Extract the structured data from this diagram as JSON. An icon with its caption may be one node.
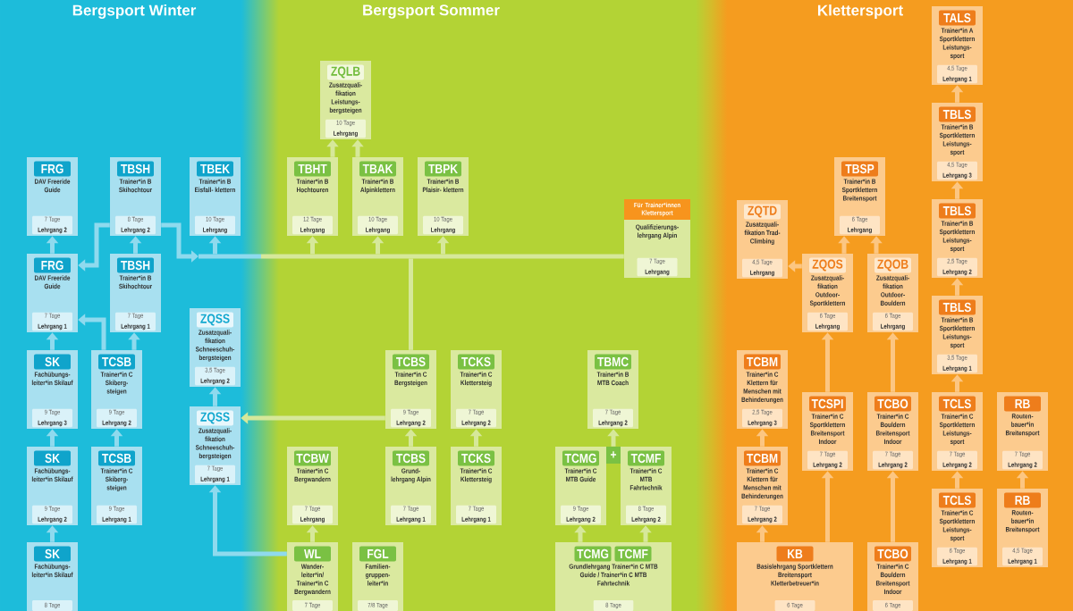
{
  "diagram": {
    "nodes": [
      {
        "text": [
          "TALS",
          "Trainer*in A Sportklettern Leistungs- sport",
          "4,5 Tage",
          "Lehrgang 1"
        ]
      },
      {
        "text": [
          "ZQLB",
          "Zusatzquali- fikation Leistungs- bergsteigen",
          "10 Tage",
          "Lehrgang"
        ]
      },
      {
        "text": [
          "TBLS",
          "Trainer*in B Sportklettern Leistungs- sport",
          "4,5 Tage",
          "Lehrgang 3"
        ]
      },
      {
        "text": [
          "FRG",
          "DAV Freeride Guide",
          "7 Tage",
          "Lehrgang 2"
        ]
      },
      {
        "text": [
          "TBSH",
          "Trainer*in B Skihochtour",
          "8 Tage",
          "Lehrgang 2"
        ]
      },
      {
        "text": [
          "TBEK",
          "Trainer*in B Eisfall- klettern",
          "10 Tage",
          "Lehrgang"
        ]
      },
      {
        "text": [
          "TBHT",
          "Trainer*in B Hochtouren",
          "12 Tage",
          "Lehrgang"
        ]
      },
      {
        "text": [
          "TBAK",
          "Trainer*in B Alpinklettern",
          "10 Tage",
          "Lehrgang"
        ]
      },
      {
        "text": [
          "TBPK",
          "Trainer*in B Plaisir- klettern",
          "10 Tage",
          "Lehrgang"
        ]
      },
      {
        "text": [
          "TBSP",
          "Trainer*in B Sportklettern Breitensport",
          "6 Tage",
          "Lehrgang"
        ]
      },
      {
        "text": [
          "Für Trainer*innen Klettersport",
          "Qualifizierungs- lehrgang Alpin",
          "7 Tage",
          "Lehrgang"
        ]
      },
      {
        "text": [
          "ZQTD",
          "Zusatzquali- fikation Trad- Climbing",
          "4,5 Tage",
          "Lehrgang"
        ]
      },
      {
        "text": [
          "TBLS",
          "Trainer*in B Sportklettern Leistungs- sport",
          "2,5 Tage",
          "Lehrgang 2"
        ]
      },
      {
        "text": [
          "FRG",
          "DAV Freeride Guide",
          "7 Tage",
          "Lehrgang 1"
        ]
      },
      {
        "text": [
          "TBSH",
          "Trainer*in B Skihochtour",
          "7 Tage",
          "Lehrgang 1"
        ]
      },
      {
        "text": [
          "ZQOS",
          "Zusatzquali- fikation Outdoor- Sportklettern",
          "6 Tage",
          "Lehrgang"
        ]
      },
      {
        "text": [
          "ZQOB",
          "Zusatzquali- fikation Outdoor- Bouldern",
          "6 Tage",
          "Lehrgang"
        ]
      },
      {
        "text": [
          "TBLS",
          "Trainer*in B Sportklettern Leistungs- sport",
          "3,5 Tage",
          "Lehrgang 1"
        ]
      },
      {
        "text": [
          "ZQSS",
          "Zusatzquali- fikation Schneeschuh- bergsteigen",
          "3,5 Tage",
          "Lehrgang 2"
        ]
      },
      {
        "text": [
          "SK",
          "Fachübungs- leiter*in Skilauf",
          "9 Tage",
          "Lehrgang 3"
        ]
      },
      {
        "text": [
          "TCSB",
          "Trainer*in C Skiberg- steigen",
          "9 Tage",
          "Lehrgang 2"
        ]
      },
      {
        "text": [
          "TCBS",
          "Trainer*in C Bergsteigen",
          "9 Tage",
          "Lehrgang 2"
        ]
      },
      {
        "text": [
          "TCKS",
          "Trainer*in C Klettersteig",
          "7 Tage",
          "Lehrgang 2"
        ]
      },
      {
        "text": [
          "TBMC",
          "Trainer*in B MTB Coach",
          "7 Tage",
          "Lehrgang 2"
        ]
      },
      {
        "text": [
          "TCBM",
          "Trainer*in C Klettern für Menschen mit Behinderungen",
          "2,5 Tage",
          "Lehrgang 3"
        ]
      },
      {
        "text": [
          "TCSPI",
          "Trainer*in C Sportklettern Breitensport Indoor",
          "7 Tage",
          "Lehrgang 2"
        ]
      },
      {
        "text": [
          "TCBO",
          "Trainer*in C Bouldern Breitensport Indoor",
          "7 Tage",
          "Lehrgang 2"
        ]
      },
      {
        "text": [
          "TCLS",
          "Trainer*in C Sportklettern Leistungs- sport",
          "7 Tage",
          "Lehrgang 2"
        ]
      },
      {
        "text": [
          "RB",
          "Routen- bauer*in Breitensport",
          "7 Tage",
          "Lehrgang 2"
        ]
      },
      {
        "text": [
          "ZQSS",
          "Zusatzquali- fikation Schneeschuh- bergsteigen",
          "7 Tage",
          "Lehrgang 1"
        ]
      },
      {
        "text": [
          "SK",
          "Fachübungs- leiter*in Skilauf",
          "9 Tage",
          "Lehrgang 2"
        ]
      },
      {
        "text": [
          "TCSB",
          "Trainer*in C Skiberg- steigen",
          "9 Tage",
          "Lehrgang 1"
        ]
      },
      {
        "text": [
          "TCBW",
          "Trainer*in C Bergwandern",
          "7 Tage",
          "Lehrgang"
        ]
      },
      {
        "text": [
          "TCBS",
          "Grund- lehrgang Alpin",
          "7 Tage",
          "Lehrgang 1"
        ]
      },
      {
        "text": [
          "TCKS",
          "Trainer*in C Klettersteig",
          "7 Tage",
          "Lehrgang 1"
        ]
      },
      {
        "text": [
          "TCMG",
          "Trainer*in C MTB Guide",
          "9 Tage",
          "Lehrgang 2"
        ]
      },
      {
        "text": [
          "+"
        ]
      },
      {
        "text": [
          "TCMF",
          "Trainer*in C MTB Fahrtechnik",
          "8 Tage",
          "Lehrgang 2"
        ]
      },
      {
        "text": [
          "TCBM",
          "Trainer*in C Klettern für Menschen mit Behinderungen",
          "7 Tage",
          "Lehrgang 2"
        ]
      },
      {
        "text": [
          "TCLS",
          "Trainer*in C Sportklettern Leistungs- sport",
          "6 Tage",
          "Lehrgang 1"
        ]
      },
      {
        "text": [
          "RB",
          "Routen- bauer*in Breitensport",
          "4,5 Tage",
          "Lehrgang 1"
        ]
      },
      {
        "text": [
          "SK",
          "Fachübungs- leiter*in Skilauf",
          "8 Tage"
        ]
      },
      {
        "text": [
          "WL",
          "Wander- leiter*in/ Trainer*in C Bergwandern",
          "7 Tage"
        ]
      },
      {
        "text": [
          "FGL",
          "Familien- gruppen- leiter*in",
          "7/8 Tage"
        ]
      },
      {
        "text": [
          "TCMG",
          "TCMF",
          "Grundlehrgang Trainer*in C MTB Guide / Trainer*in C MTB Fahrtechnik",
          "8 Tage"
        ]
      },
      {
        "text": [
          "KB",
          "Basislehrgang Sportklettern Breitensport Kletterbetreuer*in",
          "6 Tage"
        ]
      },
      {
        "text": [
          "TCBO",
          "Trainer*in C Bouldern Breitensport Indoor",
          "6 Tage"
        ]
      }
    ],
    "edges": [
      {
        "from": 13,
        "to": 3,
        "arrow": "to",
        "color": "#8fdaee"
      },
      {
        "from": 14,
        "to": 4,
        "arrow": "to",
        "color": "#8fdaee"
      },
      {
        "from": 4,
        "to": 13,
        "arrow": "to",
        "color": "#8fdaee"
      },
      {
        "from": 4,
        "to": 6,
        "arrow": "to"
      },
      {
        "from": 4,
        "to": 7,
        "arrow": "to"
      },
      {
        "from": 4,
        "to": 8,
        "arrow": "to"
      },
      {
        "from": 21,
        "to": 5,
        "arrow": "to"
      },
      {
        "from": 21,
        "to": 6,
        "arrow": "to"
      },
      {
        "from": 21,
        "to": 7,
        "arrow": "to"
      },
      {
        "from": 21,
        "to": 8,
        "arrow": "to"
      },
      {
        "from": 10,
        "to": 5,
        "arrow": "to"
      },
      {
        "from": 10,
        "to": 6,
        "arrow": "to"
      },
      {
        "from": 10,
        "to": 7,
        "arrow": "to"
      },
      {
        "from": 10,
        "to": 8,
        "arrow": "to"
      },
      {
        "from": 4,
        "to": 5,
        "arrow": "to",
        "color": "#8fdaee"
      },
      {
        "from": 6,
        "to": 1,
        "arrow": "to"
      },
      {
        "from": 7,
        "to": 1,
        "arrow": "to"
      },
      {
        "from": 21,
        "to": 29,
        "arrow": "to"
      },
      {
        "from": 29,
        "to": 18,
        "arrow": "to",
        "color": "#8fdaee"
      },
      {
        "from": 42,
        "to": 29,
        "arrow": "to",
        "color": "#8fdaee"
      },
      {
        "from": 42,
        "to": 32,
        "arrow": "to"
      },
      {
        "from": 41,
        "to": 30,
        "arrow": "to",
        "color": "#8fdaee"
      },
      {
        "from": 30,
        "to": 19,
        "arrow": "to",
        "color": "#8fdaee"
      },
      {
        "from": 19,
        "to": 13,
        "arrow": "to",
        "color": "#8fdaee"
      },
      {
        "from": 31,
        "to": 20,
        "arrow": "to",
        "color": "#8fdaee"
      },
      {
        "from": 20,
        "to": 14,
        "arrow": "to",
        "color": "#8fdaee"
      },
      {
        "from": 20,
        "to": 13,
        "arrow": "to",
        "color": "#8fdaee"
      },
      {
        "from": 33,
        "to": 21,
        "arrow": "to"
      },
      {
        "from": 34,
        "to": 22,
        "arrow": "to"
      },
      {
        "from": 36,
        "to": 23,
        "arrow": "to"
      },
      {
        "from": 44,
        "to": 35,
        "arrow": "to"
      },
      {
        "from": 44,
        "to": 37,
        "arrow": "to"
      },
      {
        "from": 39,
        "to": 27,
        "arrow": "to",
        "color": "#fcc682"
      },
      {
        "from": 27,
        "to": 17,
        "arrow": "to",
        "color": "#fcc682"
      },
      {
        "from": 17,
        "to": 12,
        "arrow": "to",
        "color": "#fcc682"
      },
      {
        "from": 12,
        "to": 2,
        "arrow": "to",
        "color": "#fcc682"
      },
      {
        "from": 2,
        "to": 0,
        "arrow": "to",
        "color": "#fcc682"
      },
      {
        "from": 40,
        "to": 28,
        "arrow": "to",
        "color": "#fcc682"
      },
      {
        "from": 45,
        "to": 38,
        "arrow": "to",
        "color": "#fcc682"
      },
      {
        "from": 38,
        "to": 24,
        "arrow": "to",
        "color": "#fcc682"
      },
      {
        "from": 45,
        "to": 25,
        "arrow": "to",
        "color": "#fcc682"
      },
      {
        "from": 46,
        "to": 26,
        "arrow": "to",
        "color": "#fcc682"
      },
      {
        "from": 25,
        "to": 15,
        "arrow": "to",
        "color": "#fcc682"
      },
      {
        "from": 26,
        "to": 16,
        "arrow": "to",
        "color": "#fcc682"
      },
      {
        "from": 15,
        "to": 9,
        "arrow": "to",
        "color": "#fcc682"
      },
      {
        "from": 16,
        "to": 9,
        "arrow": "to",
        "color": "#fcc682"
      },
      {
        "from": 15,
        "to": 11,
        "arrow": "to",
        "color": "#fcc682"
      }
    ],
    "labels": [
      "Bergsport Winter",
      "Bergsport Sommer",
      "Klettersport"
    ]
  }
}
